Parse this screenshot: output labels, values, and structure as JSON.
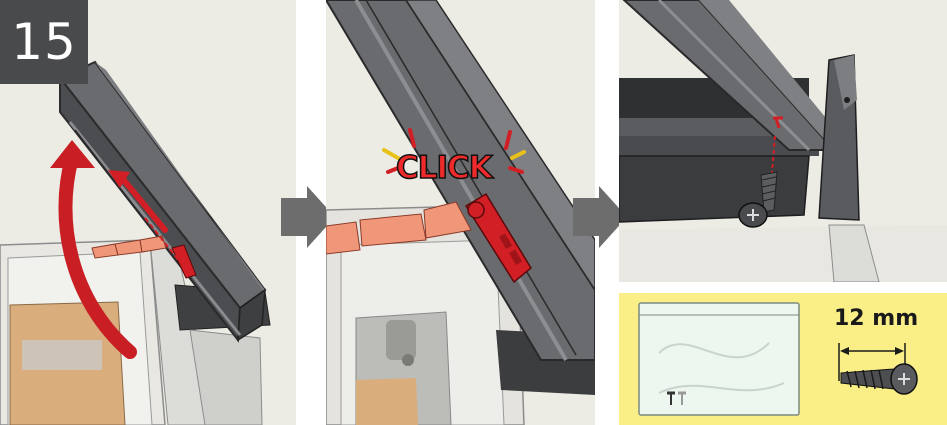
{
  "step": {
    "number": "15"
  },
  "panel2": {
    "sound_label": "CLICK"
  },
  "parts": {
    "screw_length": "12 mm"
  },
  "colors": {
    "background": "#ecebe4",
    "frame_gray": "#5a5b5e",
    "rail_dark": "#3a3b3d",
    "accent_red": "#d21f26",
    "bracket_salmon": "#f0977a",
    "wood": "#d9ad7c",
    "parts_bg": "#f9ef86",
    "step_badge": "#494a4c",
    "arrow_gray": "#6d6d6d"
  },
  "icons": [
    "step-number-badge",
    "curved-red-arrow-icon",
    "next-step-arrow-icon",
    "click-burst-icon",
    "screw-icon",
    "plastic-bag-icon"
  ]
}
